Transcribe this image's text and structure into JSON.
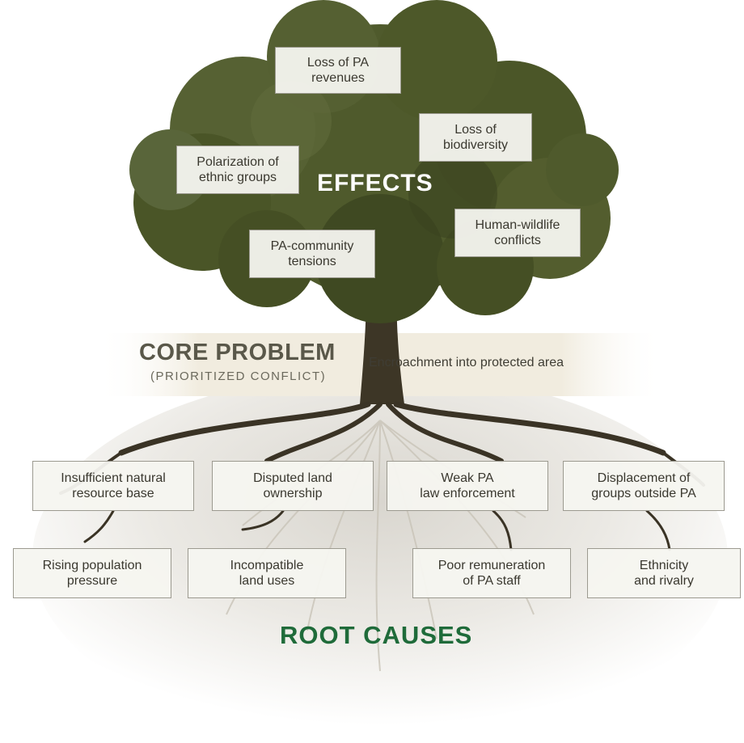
{
  "effects": {
    "heading": "EFFECTS",
    "items": [
      {
        "line1": "Loss of PA",
        "line2": "revenues"
      },
      {
        "line1": "Loss of",
        "line2": "biodiversity"
      },
      {
        "line1": "Polarization of",
        "line2": "ethnic groups"
      },
      {
        "line1": "Human-wildlife",
        "line2": "conflicts"
      },
      {
        "line1": "PA-community",
        "line2": "tensions"
      }
    ]
  },
  "core": {
    "title": "CORE PROBLEM",
    "subtitle": "(PRIORITIZED CONFLICT)",
    "statement": "Encroachment into protected area"
  },
  "causes": {
    "heading": "ROOT CAUSES",
    "upper": [
      {
        "line1": "Insufficient natural",
        "line2": "resource base"
      },
      {
        "line1": "Disputed land",
        "line2": "ownership"
      },
      {
        "line1": "Weak PA",
        "line2": "law enforcement"
      },
      {
        "line1": "Displacement of",
        "line2": "groups outside PA"
      }
    ],
    "lower": [
      {
        "line1": "Rising population",
        "line2": "pressure"
      },
      {
        "line1": "Incompatible",
        "line2": "land uses"
      },
      {
        "line1": "Poor remuneration",
        "line2": "of PA staff"
      },
      {
        "line1": "Ethnicity",
        "line2": "and rivalry"
      }
    ]
  },
  "colors": {
    "foliage": "#4f5a2c",
    "foliage_dark": "#3a4320",
    "trunk": "#3d3626",
    "root_heading": "#1f6b3a",
    "core_band": "#efe9da"
  }
}
